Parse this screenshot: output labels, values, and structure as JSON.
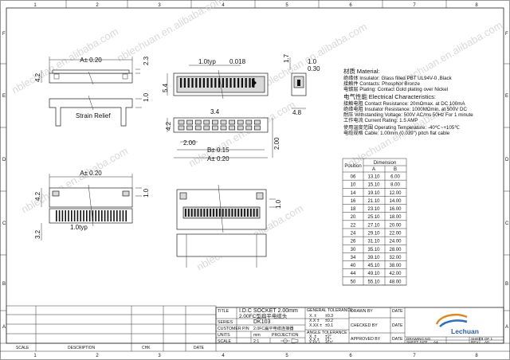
{
  "border": {
    "top_cols": [
      "1",
      "2",
      "3",
      "4",
      "5",
      "6",
      "7",
      "8"
    ],
    "bottom_cols": [
      "1",
      "2",
      "3",
      "4",
      "5",
      "6",
      "7",
      "8"
    ],
    "rows_left": [
      "F",
      "E",
      "D",
      "C",
      "B",
      "A"
    ],
    "rows_right": [
      "F",
      "E",
      "D",
      "C",
      "B",
      "A"
    ]
  },
  "watermark": "nblechuan.en.alibaba.com",
  "dims": {
    "top_a": "A± 0.20",
    "top_23": "2.3",
    "top_42": "4.2",
    "strain_10": "1.0",
    "strain_relief": "Strain Relief",
    "front_10typ": "1.0typ",
    "front_0018": "0.018",
    "front_54": "5.4",
    "side_17": "1.7",
    "side_10": "1.0",
    "side_030": "0.30",
    "side_48": "4.8",
    "mid_34": "3.4",
    "mid_42": "4.2",
    "mid_200": "2.00",
    "mid_b": "B± 0.15",
    "mid_a": "A± 0.20",
    "mid_200v": "2.00",
    "low_a": "A± 0.20",
    "low_42": "4.2",
    "low_10": "1.0",
    "low_32": "3.2",
    "low_10typ": "1.0typ",
    "right_10": "1.0"
  },
  "specs": {
    "material_title_cn": "材质",
    "material_title": "Material:",
    "insulator_cn": "绝缘体",
    "insulator": "Insulator: Glass filled PBT UL94V-0 ,Black",
    "contacts_cn": "接触件",
    "contacts": "Contacts:  Phosphor Bronze",
    "plating_cn": "电镀层",
    "plating": "Plating:  Contact Gold plating over Nickel",
    "elec_title_cn": "电气性能",
    "elec_title": "Electrical Characteristics:",
    "contact_res_cn": "接触电阻",
    "contact_res": "Contact Resistance: 20mΩmax. at DC 100mA",
    "ins_res_cn": "绝缘电阻",
    "ins_res": "Insulator Resistance: 1000MΩmin. at 500V DC",
    "withstand_cn": "耐压",
    "withstand": "Withstanding Voltage:  500V AC/ms 50Hz For 1 minute",
    "current_cn": "工作电流",
    "current": "Current Rating: 1.5 AMP",
    "temp_cn": "使用温度范围",
    "temp": "Operating Temperature: -40℃~+105℃",
    "cable_cn": "电缆规格",
    "cable": "Cable: 1.00mm (0.039\") pitch flat cable"
  },
  "table": {
    "col_position": "Position",
    "col_dimension": "Dimension",
    "col_a": "A",
    "col_b": "B",
    "rows": [
      [
        "06",
        "13.10",
        "6.00"
      ],
      [
        "10",
        "15.10",
        "8.00"
      ],
      [
        "14",
        "19.10",
        "12.00"
      ],
      [
        "16",
        "21.10",
        "14.00"
      ],
      [
        "18",
        "23.10",
        "16.00"
      ],
      [
        "20",
        "25.10",
        "18.00"
      ],
      [
        "22",
        "27.10",
        "20.00"
      ],
      [
        "24",
        "29.10",
        "22.00"
      ],
      [
        "26",
        "31.10",
        "24.00"
      ],
      [
        "30",
        "35.10",
        "28.00"
      ],
      [
        "34",
        "39.10",
        "32.00"
      ],
      [
        "40",
        "45.10",
        "38.00"
      ],
      [
        "44",
        "49.10",
        "42.00"
      ],
      [
        "50",
        "55.10",
        "48.00"
      ]
    ]
  },
  "titleblock": {
    "title_label": "TITLE",
    "title_line1": "I.D.C SOCKET 2.00mm",
    "title_line2": "2.00FC型扁平电缆头",
    "series_label": "SERIES",
    "series_value": "DK103",
    "customer_label": "CUSTOMER P/N",
    "customer_value": "2.0FC扁平电缆连接器",
    "units_label": "UNITS",
    "units_value": "mm",
    "scale_label": "SCALE",
    "scale_value": "2:1",
    "projection_label": "PROJECTION",
    "gen_tol": "GENERAL TOLERANCE",
    "tol1_l": "X.  ±",
    "tol1_v": "±0.3",
    "tol2_l": "X.X  ±",
    "tol2_v": "±0.2",
    "tol3_l": "X.XX  ±",
    "tol3_v": "±0.1",
    "ang_tol": "ANGLE TOLERANCE",
    "atol1_l": "X.  ±",
    "atol1_v": "±2°",
    "atol2_l": "X.X  ±",
    "atol2_v": "±1°",
    "atol3_l": "X.XX  ±",
    "atol3_v": "±0.5°",
    "drawn_by": "DRAWN BY",
    "checked_by": "CHECKED BY",
    "approved_by": "APPROVED BY",
    "date": "DATE",
    "company": "Lechuan",
    "drawing_no": "DRAWING NO.",
    "sheet_size": "SHEET SIZE",
    "sheet_size_v": "A4",
    "sheet": "SHEET",
    "sheet_v": "1 OF 1",
    "rev": "REV.",
    "rev_v": "A0",
    "rev_cols": [
      "SCALE",
      "DESCRIPTION",
      "CHK",
      "DATE"
    ]
  }
}
